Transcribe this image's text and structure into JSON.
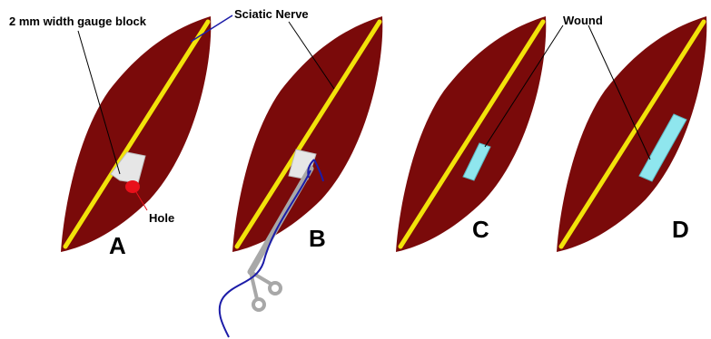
{
  "labels": {
    "gauge_block": "2 mm width  gauge block",
    "sciatic_nerve": "Sciatic Nerve",
    "wound": "Wound",
    "hole": "Hole"
  },
  "panels": [
    {
      "letter": "A"
    },
    {
      "letter": "B"
    },
    {
      "letter": "C"
    },
    {
      "letter": "D"
    }
  ],
  "colors": {
    "muscle": "#7a0a0a",
    "nerve": "#f2e30a",
    "gauge_block": "#e6e6e6",
    "hole": "#e8101a",
    "wound": "#8fe6ee",
    "instrument": "#a8a8a8",
    "suture": "#1c1ca8",
    "leader": "#000000"
  }
}
